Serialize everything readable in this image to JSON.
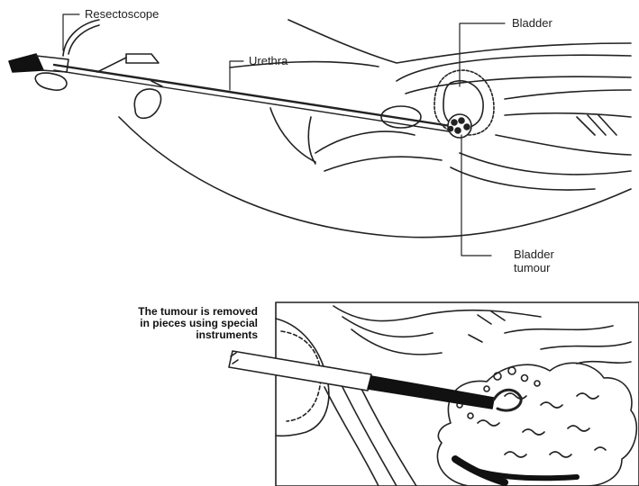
{
  "top_panel": {
    "labels": {
      "resectoscope": "Resectoscope",
      "urethra": "Urethra",
      "bladder": "Bladder",
      "bladder_tumour_line1": "Bladder",
      "bladder_tumour_line2": "tumour"
    }
  },
  "bottom_panel": {
    "caption_lines": [
      "The tumour is removed",
      "in pieces using special",
      "instruments"
    ]
  },
  "colors": {
    "ink": "#222222",
    "paper": "#ffffff",
    "shadow": "#111111"
  }
}
